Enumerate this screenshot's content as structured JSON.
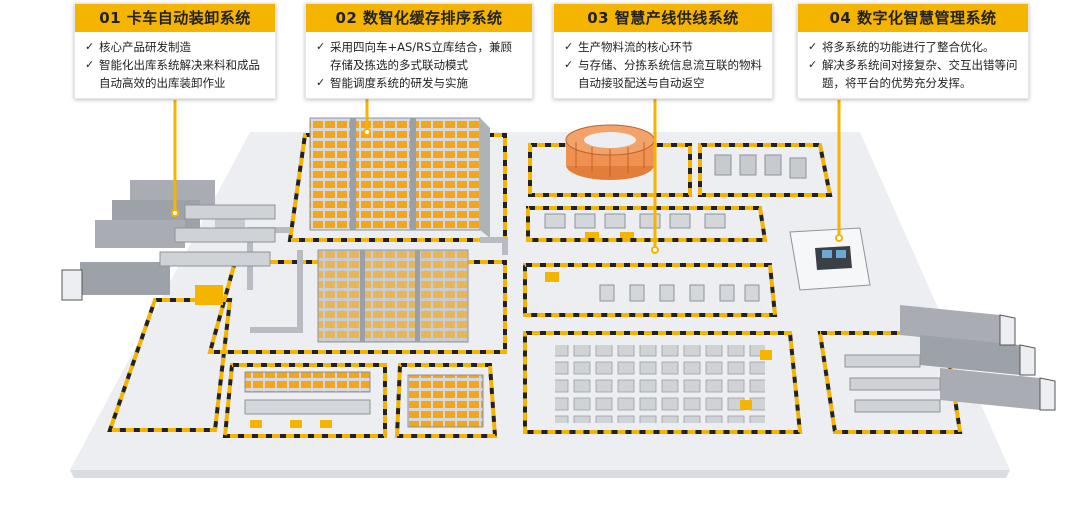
{
  "systems": [
    {
      "title": "01 卡车自动装卸系统",
      "bullets": [
        "核心产品研发制造",
        "智能化出库系统解决来料和成品自动高效的出库装卸作业"
      ]
    },
    {
      "title": "02 数智化缓存排序系统",
      "bullets": [
        "采用四向车+AS/RS立库结合，兼顾存储及拣选的多式联动模式",
        "智能调度系统的研发与实施"
      ]
    },
    {
      "title": "03 智慧产线供线系统",
      "bullets": [
        "生产物料流的核心环节",
        "与存储、分拣系统信息流互联的物料自动接驳配送与自动返空"
      ]
    },
    {
      "title": "04 数字化智慧管理系统",
      "bullets": [
        "将多系统的功能进行了整合优化。",
        "解决多系统间对接复杂、交互出错等问题，将平台的优势充分发挥。"
      ]
    }
  ],
  "check_symbol": "✓",
  "colors": {
    "accent": "#f5b400",
    "floor": "#e9ebef",
    "zone_border": "#f5b400"
  }
}
